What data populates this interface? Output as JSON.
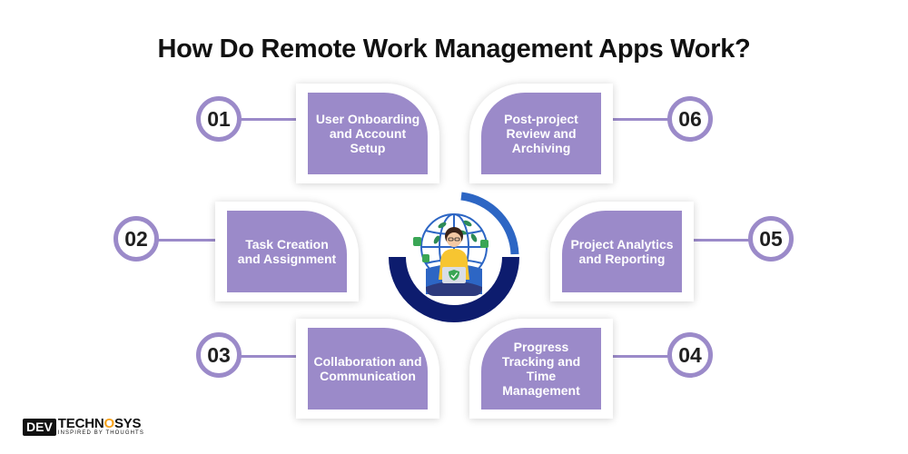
{
  "title": "How Do Remote Work Management Apps Work?",
  "colors": {
    "accent": "#9b8ac9",
    "navy": "#0d1c6e",
    "blue": "#2d66c4",
    "gold": "#f7a21b"
  },
  "steps": [
    {
      "num": "01",
      "label": "User Onboarding and Account Setup"
    },
    {
      "num": "02",
      "label": "Task Creation and Assignment"
    },
    {
      "num": "03",
      "label": "Collaboration and Communication"
    },
    {
      "num": "04",
      "label": "Progress Tracking and Time Management"
    },
    {
      "num": "05",
      "label": "Project Analytics and Reporting"
    },
    {
      "num": "06",
      "label": "Post-project Review and Archiving"
    }
  ],
  "brand": {
    "dev": "DEV",
    "name_a": "TECHN",
    "name_o": "O",
    "name_b": "SYS",
    "tagline": "INSPIRED BY THOUGHTS"
  }
}
